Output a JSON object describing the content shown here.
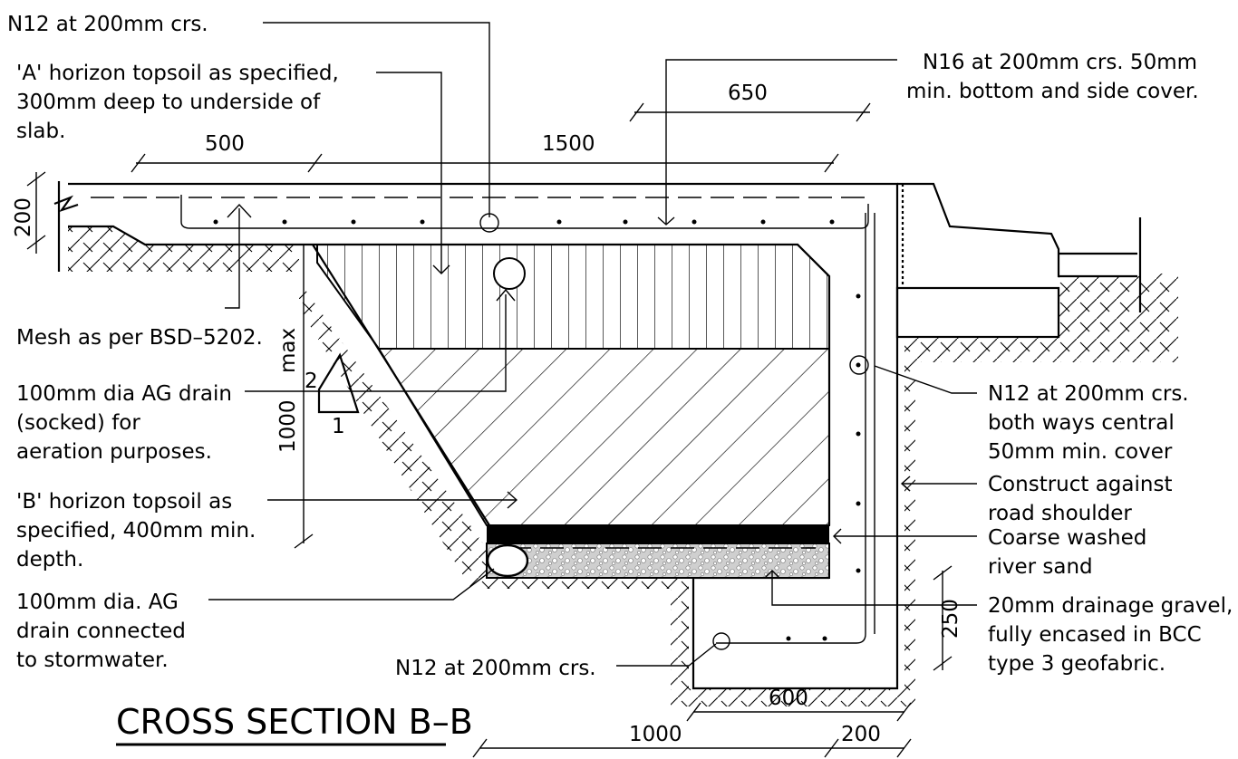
{
  "title": "CROSS SECTION B–B",
  "notes": {
    "n12_top": "N12 at 200mm crs.",
    "a_horizon_1": "'A' horizon topsoil as specified,",
    "a_horizon_2": "300mm deep to underside of",
    "a_horizon_3": "slab.",
    "n16_1": "N16 at 200mm crs. 50mm",
    "n16_2": "min. bottom and side cover.",
    "mesh": "Mesh as per BSD–5202.",
    "ag_drain_1": "100mm dia AG drain",
    "ag_drain_2": "(socked) for",
    "ag_drain_3": "aeration purposes.",
    "b_horizon_1": "'B' horizon topsoil as",
    "b_horizon_2": "specified, 400mm min.",
    "b_horizon_3": "depth.",
    "storm_1": "100mm dia. AG",
    "storm_2": "drain connected",
    "storm_3": "to stormwater.",
    "n12_bottom": "N12 at 200mm crs.",
    "n12_both_1": "N12 at 200mm crs.",
    "n12_both_2": "both ways central",
    "n12_both_3": "50mm min. cover",
    "construct_1": "Construct against",
    "construct_2": "road shoulder",
    "sand_1": "Coarse washed",
    "sand_2": "river sand",
    "gravel_1": "20mm drainage gravel,",
    "gravel_2": "fully encased in BCC",
    "gravel_3": "type 3 geofabric."
  },
  "dimensions": {
    "d500": "500",
    "d1500": "1500",
    "d650": "650",
    "d200_slab": "200",
    "d1000_max": "1000",
    "max_label": "max",
    "slope_rise": "2",
    "slope_run": "1",
    "d250": "250",
    "d600": "600",
    "d1000_bottom": "1000",
    "d200_bottom": "200"
  }
}
